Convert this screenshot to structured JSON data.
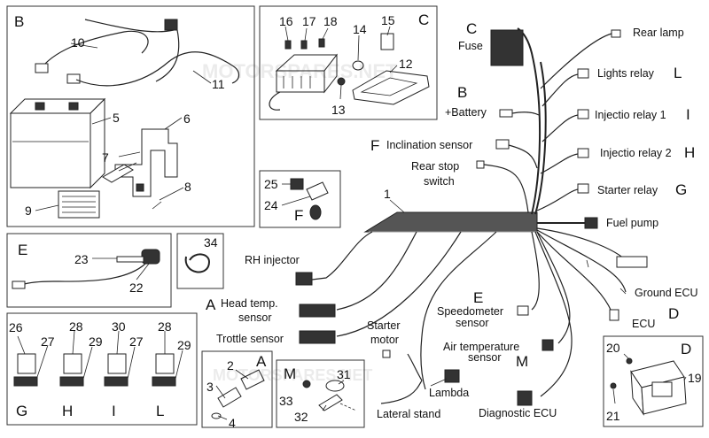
{
  "panels": {
    "battery_panel_letter": "B",
    "fuse_panel_letter": "C",
    "e_panel_letter": "E",
    "f_panel_letter": "F",
    "relays_panel_letters": [
      "G",
      "H",
      "I",
      "L"
    ],
    "a_panel_letter": "A",
    "m_panel_letter": "M",
    "d_panel_letter": "D"
  },
  "part_numbers": {
    "n1": "1",
    "n2": "2",
    "n3": "3",
    "n4": "4",
    "n5": "5",
    "n6": "6",
    "n7": "7",
    "n8": "8",
    "n9": "9",
    "n10": "10",
    "n11": "11",
    "n12": "12",
    "n13": "13",
    "n14": "14",
    "n15": "15",
    "n16": "16",
    "n17": "17",
    "n18": "18",
    "n19": "19",
    "n20": "20",
    "n21": "21",
    "n22": "22",
    "n23": "23",
    "n24": "24",
    "n25": "25",
    "n26": "26",
    "n27a": "27",
    "n28a": "28",
    "n29a": "29",
    "n30": "30",
    "n27b": "27",
    "n28b": "28",
    "n29b": "29",
    "n31": "31",
    "n32": "32",
    "n33": "33",
    "n34": "34"
  },
  "labels": {
    "rear_lamp": "Rear lamp",
    "lights_relay": "Lights relay",
    "lights_relay_letter": "L",
    "fuse": "Fuse",
    "fuse_letter": "C",
    "battery": "+Battery",
    "battery_letter": "B",
    "injection_relay_1": "Injectio relay 1",
    "injection_relay_1_letter": "I",
    "injection_relay_2": "Injectio relay 2",
    "injection_relay_2_letter": "H",
    "inclination_sensor": "Inclination sensor",
    "inclination_sensor_letter": "F",
    "rear_stop_switch_line1": "Rear stop",
    "rear_stop_switch_line2": "switch",
    "starter_relay": "Starter relay",
    "starter_relay_letter": "G",
    "fuel_pump": "Fuel pump",
    "rh_injector": "RH injector",
    "head_temp_letter": "A",
    "head_temp_line1": "Head temp.",
    "head_temp_line2": "sensor",
    "throttle_sensor": "Trottle sensor",
    "starter_motor_line1": "Starter",
    "starter_motor_line2": "motor",
    "speedometer_letter": "E",
    "speedometer_line1": "Speedometer",
    "speedometer_line2": "sensor",
    "ground_ecu": "Ground ECU",
    "ecu": "ECU",
    "ecu_letter": "D",
    "air_temp_line1": "Air temperature",
    "air_temp_line2": "sensor",
    "air_temp_letter": "M",
    "lambda": "Lambda",
    "lateral_stand": "Lateral stand",
    "diagnostic_ecu": "Diagnostic ECU"
  },
  "watermark": "MOTORSPARES.NET"
}
